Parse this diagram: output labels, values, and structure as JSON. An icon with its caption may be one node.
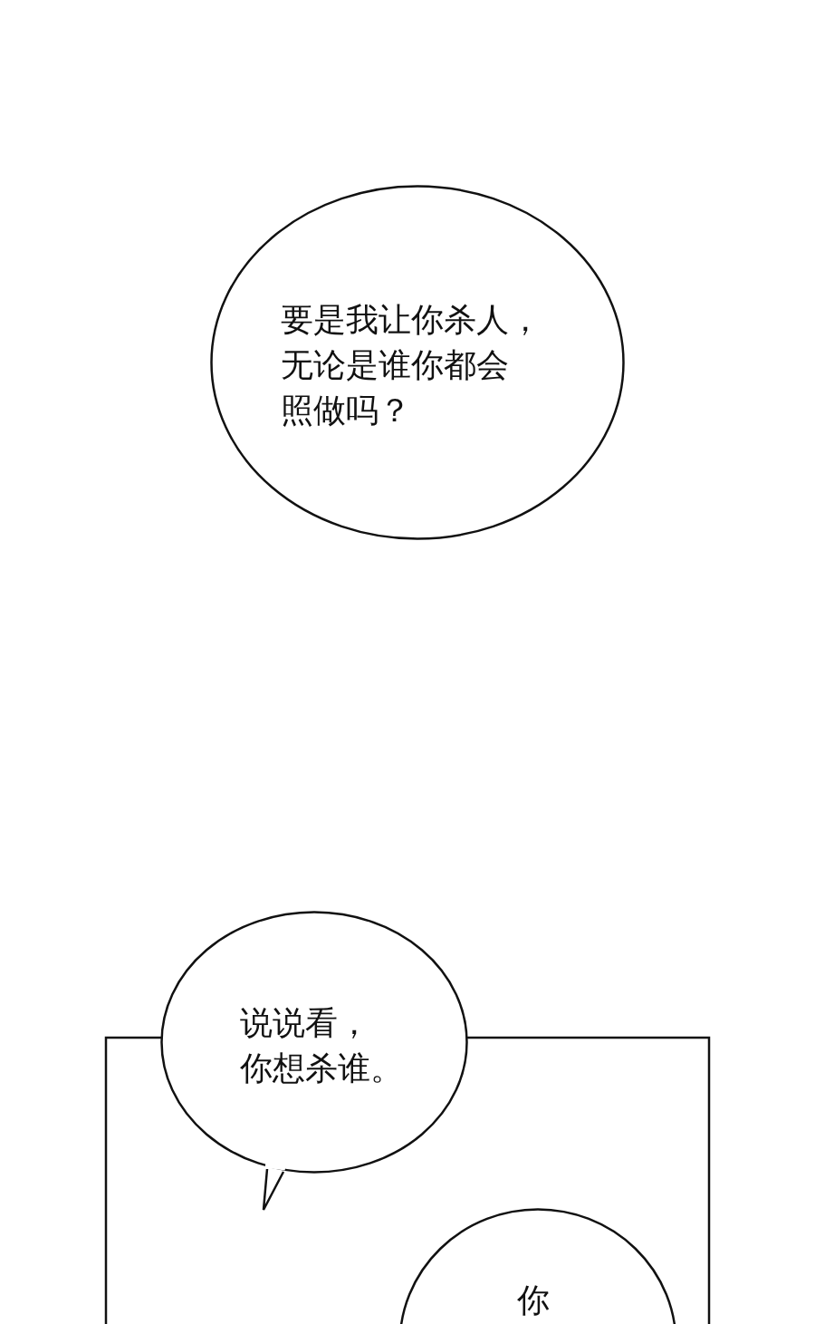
{
  "diagram": {
    "nodes": [
      {
        "text": [
          "要是我让你杀人，无论是谁你都会照做吗？"
        ]
      },
      {
        "text": [
          "说说看，你想杀谁。"
        ]
      },
      {
        "text": [
          "你"
        ]
      }
    ]
  }
}
